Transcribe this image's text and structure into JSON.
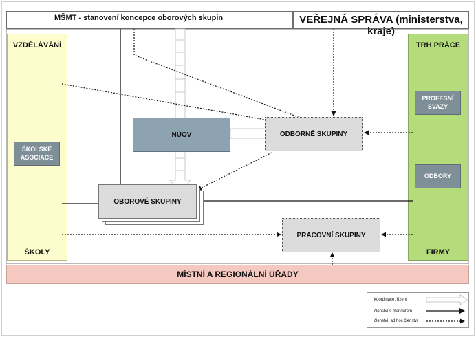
{
  "header": {
    "left_title": "MŠMT - stanovení koncepce oborových skupin",
    "right_title": "VEŘEJNÁ SPRÁVA (ministerstva, kraje)"
  },
  "left_column": {
    "top_label": "VZDĚLÁVÁNÍ",
    "bottom_label": "ŠKOLY",
    "box_label": "ŠKOLSKÉ ASOCIACE"
  },
  "right_column": {
    "top_label": "TRH PRÁCE",
    "bottom_label": "FIRMY",
    "box1_label": "PROFESNÍ SVAZY",
    "box2_label": "ODBORY"
  },
  "center": {
    "nuov": "NÚOV",
    "odborne": "ODBORNÉ SKUPINY",
    "oborove": "OBOROVÉ SKUPINY",
    "pracovni": "PRACOVNÍ SKUPINY"
  },
  "footer_bar": "MÍSTNÍ A REGIONÁLNÍ ÚŘADY",
  "legend": {
    "coordination": "koordinace, řízení",
    "membership_mandate": "členství s mandátem",
    "membership_adhoc": "členství, ad hoc členství"
  },
  "colors": {
    "education": "#fcfccc",
    "labor_market": "#b4dc7a",
    "regional": "#f5c9c0",
    "nuov": "#8ea3b2",
    "association_boxes": "#7f8f98",
    "group_boxes": "#dcdcdc"
  }
}
